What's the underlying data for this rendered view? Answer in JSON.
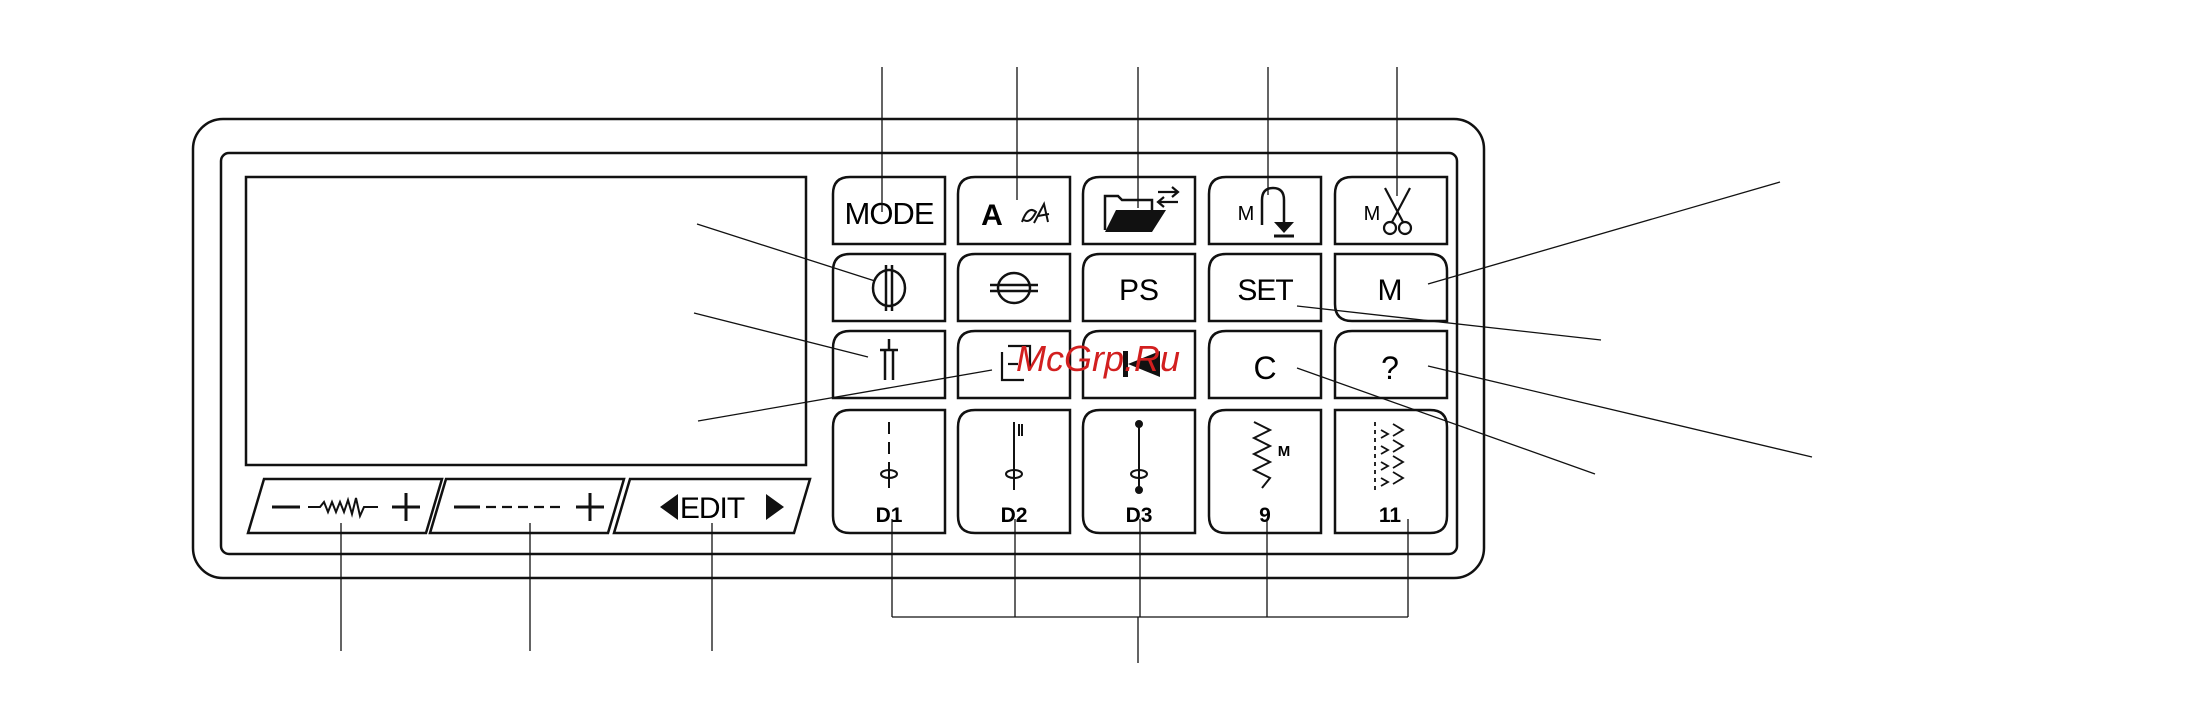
{
  "panel": {
    "buttons": {
      "mode": "MODE",
      "alpha": "A",
      "ps": "PS",
      "set": "SET",
      "memory": "M",
      "clear": "C",
      "help": "?",
      "reinforce_m": "M",
      "cutter_m": "M",
      "stitch_m": "M"
    },
    "stitch_keys": [
      "D1",
      "D2",
      "D3",
      "9",
      "11"
    ],
    "edit_label": "EDIT"
  },
  "watermark": "McGrp.Ru",
  "icons": {
    "mode": "mode-text",
    "alpha": "letter-script-icon",
    "folder": "folder-transfer-icon",
    "reinforce": "reinforcement-arrow-icon",
    "cutter": "scissors-icon",
    "twin_needle": "twin-needle-icon",
    "needle_stop": "needle-stop-icon",
    "edit_mirror": "edit-mirror-icon",
    "back_to_start": "back-to-start-icon",
    "width": "zigzag-width-icon",
    "length": "dashed-length-icon"
  },
  "colors": {
    "line": "#111111",
    "watermark": "#d21f1f"
  }
}
